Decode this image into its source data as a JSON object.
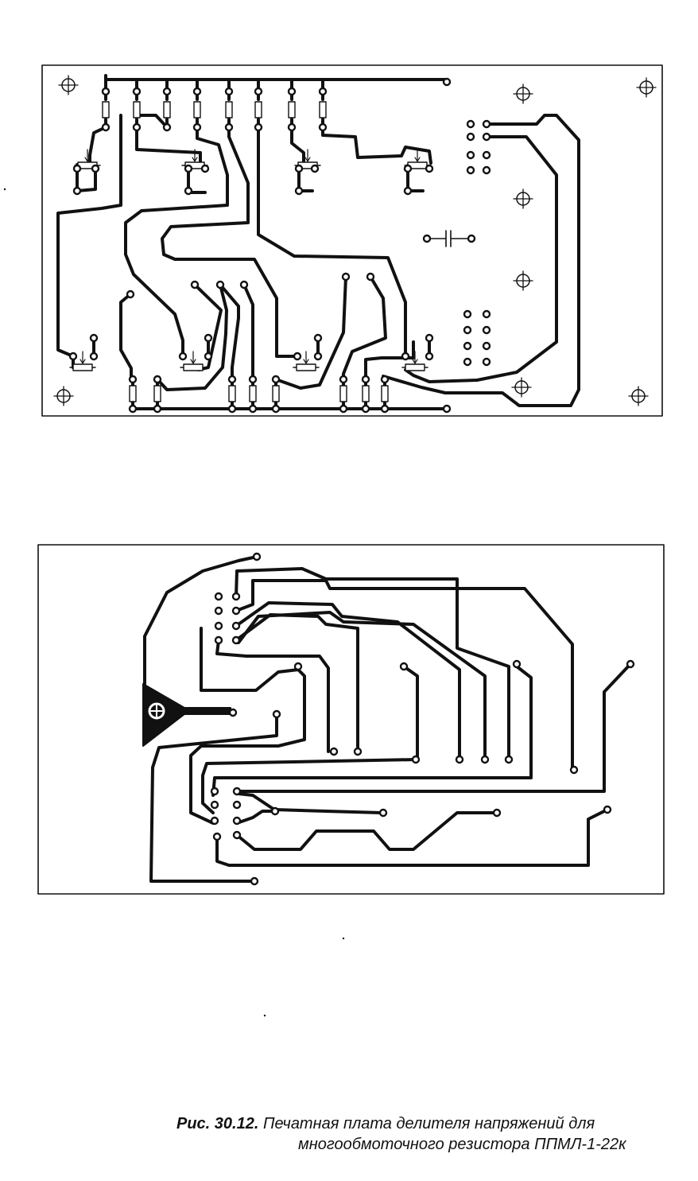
{
  "caption": {
    "number": "Рис. 30.12.",
    "line1": "Печатная плата делителя напряжений для",
    "line2": "многообмоточного резистора ППМЛ-1-22к"
  },
  "colors": {
    "ink": "#111111",
    "paper": "#ffffff"
  }
}
